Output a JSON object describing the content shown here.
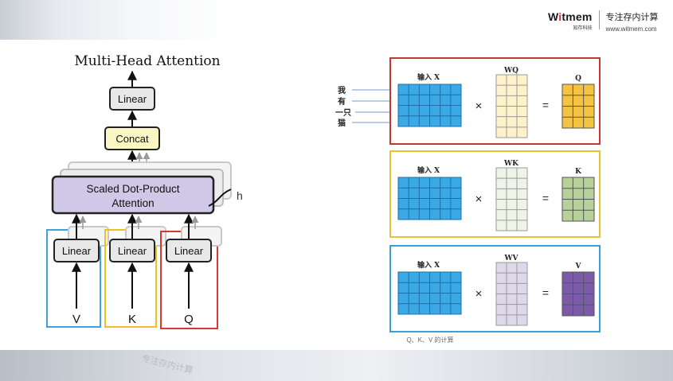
{
  "brand": {
    "logo_name_prefix": "W",
    "logo_name_dot": "i",
    "logo_name_suffix": "tmem",
    "logo_sub": "知存科技",
    "slogan": "专注存内计算",
    "url": "www.witmem.com"
  },
  "watermark": "专注存内计算",
  "left_diagram": {
    "title": "Multi-Head Attention",
    "top_linear": "Linear",
    "concat": "Concat",
    "attention_line1": "Scaled Dot-Product",
    "attention_line2": "Attention",
    "head_label": "h",
    "inputs": [
      {
        "linear": "Linear",
        "label": "V",
        "color": "#3fa0dd"
      },
      {
        "linear": "Linear",
        "label": "K",
        "color": "#f0c020"
      },
      {
        "linear": "Linear",
        "label": "Q",
        "color": "#d43a2f"
      }
    ],
    "attention_fill": "#cfc8e6",
    "concat_fill": "#fbf7c5"
  },
  "right_diagram": {
    "words": [
      "我",
      "有",
      "一只",
      "猫"
    ],
    "input_label": "输入 X",
    "times": "×",
    "equals": "=",
    "panels": [
      {
        "weight_label": "WQ",
        "output_label": "Q",
        "border": "#c8372f",
        "weight_fill": "#fdf2c9",
        "output_fill": "#f5c342"
      },
      {
        "weight_label": "WK",
        "output_label": "K",
        "border": "#e7c233",
        "weight_fill": "#eef5e8",
        "output_fill": "#b8d19b"
      },
      {
        "weight_label": "WV",
        "output_label": "V",
        "border": "#3aa0da",
        "weight_fill": "#ddd8ea",
        "output_fill": "#7b5ba8"
      }
    ],
    "input_fill": "#3aa9e6",
    "caption": "Q、K、V 的计算"
  }
}
